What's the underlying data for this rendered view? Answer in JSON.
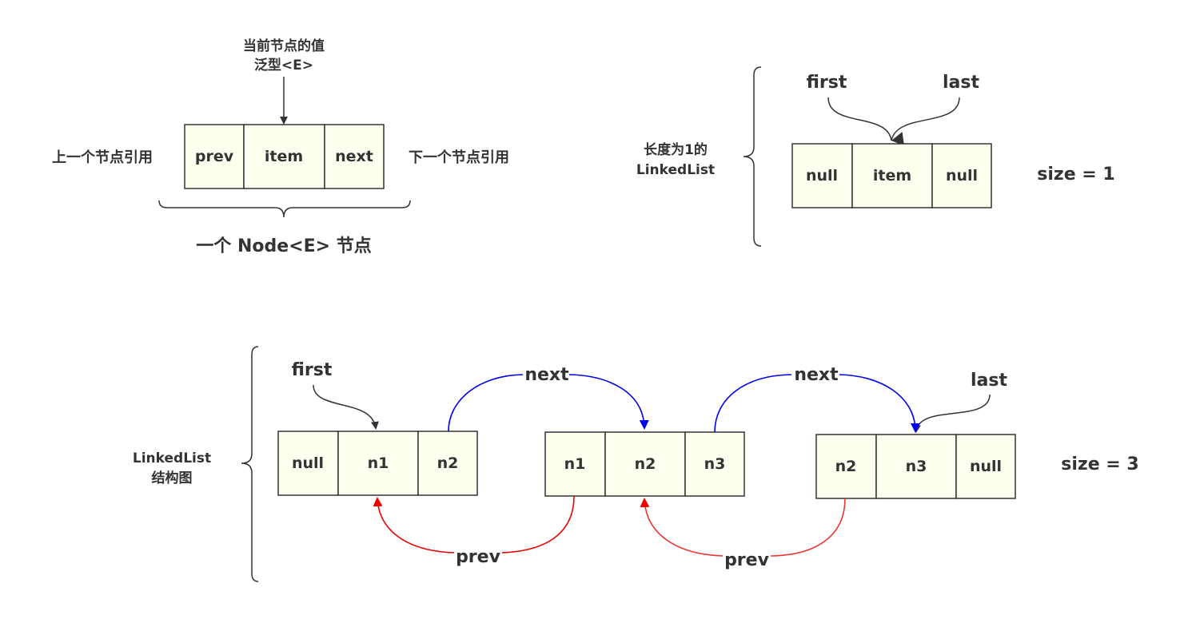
{
  "node": {
    "annotation_line1": "当前节点的值",
    "annotation_line2": "泛型<E>",
    "cells": [
      "prev",
      "item",
      "next"
    ],
    "left_label": "上一个节点引用",
    "right_label": "下一个节点引用",
    "caption": "一个 Node<E> 节点"
  },
  "single": {
    "brace_label_line1": "长度为1的",
    "brace_label_line2": "LinkedList",
    "first_label": "first",
    "last_label": "last",
    "cells": [
      "null",
      "item",
      "null"
    ],
    "size_label": "size = 1"
  },
  "list": {
    "brace_label_line1": "LinkedList",
    "brace_label_line2": "结构图",
    "first_label": "first",
    "last_label": "last",
    "nodes": [
      [
        "null",
        "n1",
        "n2"
      ],
      [
        "n1",
        "n2",
        "n3"
      ],
      [
        "n2",
        "n3",
        "null"
      ]
    ],
    "next_labels": [
      "next",
      "next"
    ],
    "prev_labels": [
      "prev",
      "prev"
    ],
    "size_label": "size = 3"
  },
  "colors": {
    "cell_fill": "#ffffef",
    "stroke": "#333333",
    "next_arrow": "#0000ee",
    "prev_arrow": "#ee0000"
  }
}
